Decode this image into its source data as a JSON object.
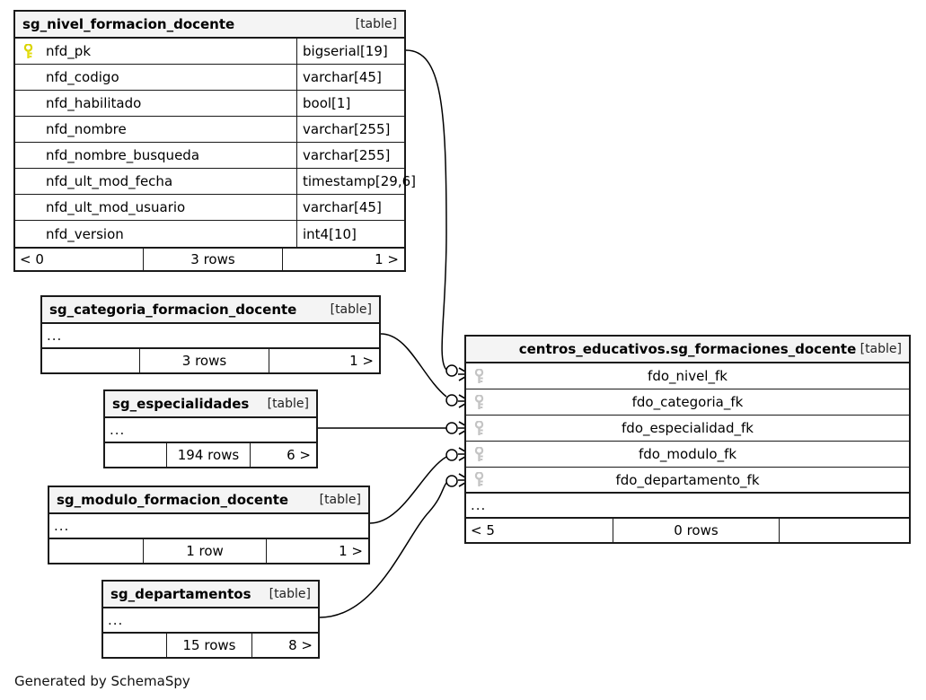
{
  "meta": {
    "caption": "Generated by SchemaSpy",
    "table_tag": "[table]",
    "ellipsis": "...",
    "pk_icon": "key-icon",
    "fk_icon": "key-icon",
    "colors": {
      "header_bg": "#f4f4f4",
      "border": "#1a1a1a",
      "pk_key": "#e8e020",
      "fk_key": "#c8c8c8",
      "background": "#ffffff"
    }
  },
  "tables": {
    "nivel": {
      "name": "sg_nivel_formacion_docente",
      "tag": "[table]",
      "columns": [
        {
          "key": "pk",
          "name": "nfd_pk",
          "type": "bigserial[19]"
        },
        {
          "key": "none",
          "name": "nfd_codigo",
          "type": "varchar[45]"
        },
        {
          "key": "none",
          "name": "nfd_habilitado",
          "type": "bool[1]"
        },
        {
          "key": "none",
          "name": "nfd_nombre",
          "type": "varchar[255]"
        },
        {
          "key": "none",
          "name": "nfd_nombre_busqueda",
          "type": "varchar[255]"
        },
        {
          "key": "none",
          "name": "nfd_ult_mod_fecha",
          "type": "timestamp[29,6]"
        },
        {
          "key": "none",
          "name": "nfd_ult_mod_usuario",
          "type": "varchar[45]"
        },
        {
          "key": "none",
          "name": "nfd_version",
          "type": "int4[10]"
        }
      ],
      "footer": {
        "left": "< 0",
        "mid": "3 rows",
        "right": "1 >"
      }
    },
    "categoria": {
      "name": "sg_categoria_formacion_docente",
      "tag": "[table]",
      "columns": [],
      "footer": {
        "left": "",
        "mid": "3 rows",
        "right": "1 >"
      }
    },
    "especialidades": {
      "name": "sg_especialidades",
      "tag": "[table]",
      "columns": [],
      "footer": {
        "left": "",
        "mid": "194 rows",
        "right": "6 >"
      }
    },
    "modulo": {
      "name": "sg_modulo_formacion_docente",
      "tag": "[table]",
      "columns": [],
      "footer": {
        "left": "",
        "mid": "1 row",
        "right": "1 >"
      }
    },
    "departamentos": {
      "name": "sg_departamentos",
      "tag": "[table]",
      "columns": [],
      "footer": {
        "left": "",
        "mid": "15 rows",
        "right": "8 >"
      }
    },
    "main": {
      "name": "centros_educativos.sg_formaciones_docente",
      "tag": "[table]",
      "columns": [
        {
          "key": "fk",
          "name": "fdo_nivel_fk"
        },
        {
          "key": "fk",
          "name": "fdo_categoria_fk"
        },
        {
          "key": "fk",
          "name": "fdo_especialidad_fk"
        },
        {
          "key": "fk",
          "name": "fdo_modulo_fk"
        },
        {
          "key": "fk",
          "name": "fdo_departamento_fk"
        }
      ],
      "footer": {
        "left": "< 5",
        "mid": "0 rows",
        "right": ""
      }
    }
  },
  "relationships": [
    {
      "from": "sg_nivel_formacion_docente",
      "to": "fdo_nivel_fk"
    },
    {
      "from": "sg_categoria_formacion_docente",
      "to": "fdo_categoria_fk"
    },
    {
      "from": "sg_especialidades",
      "to": "fdo_especialidad_fk"
    },
    {
      "from": "sg_modulo_formacion_docente",
      "to": "fdo_modulo_fk"
    },
    {
      "from": "sg_departamentos",
      "to": "fdo_departamento_fk"
    }
  ]
}
